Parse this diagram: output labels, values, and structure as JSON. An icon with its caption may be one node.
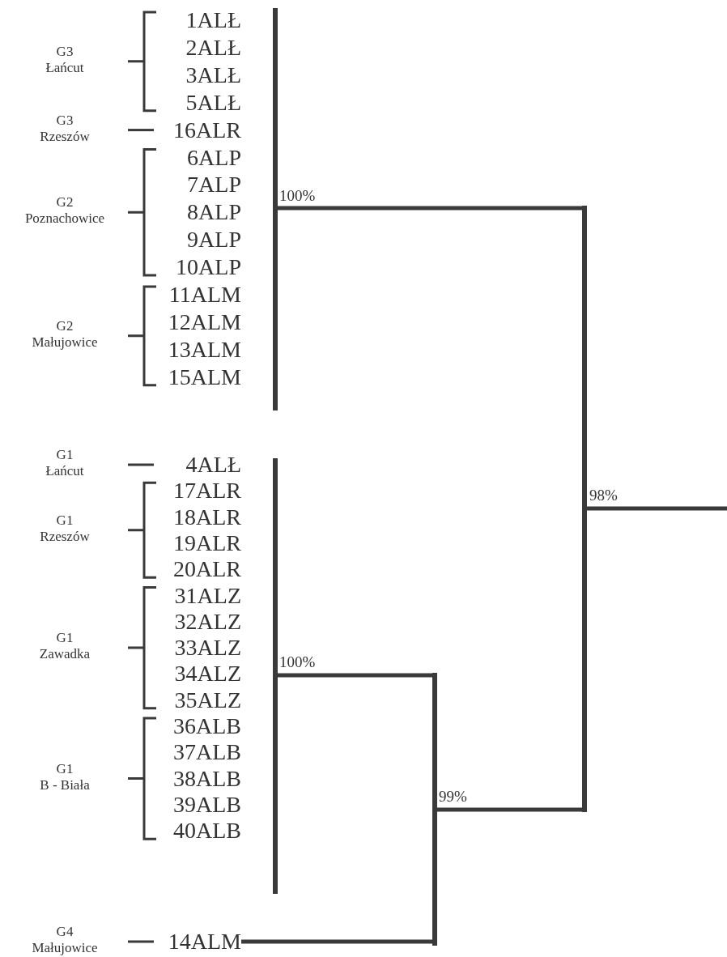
{
  "diagram": {
    "nodes": [
      {
        "text": [],
        "shape": "bar"
      },
      {
        "text": [],
        "shape": "bar"
      },
      {
        "text": [],
        "shape": "bar"
      },
      {
        "text": [],
        "shape": "bar"
      },
      {
        "text": [
          "14ALM"
        ]
      }
    ],
    "edges": [
      {
        "from": 0,
        "to": 1,
        "arrow": "none"
      },
      {
        "from": 2,
        "to": 3,
        "arrow": "none"
      },
      {
        "from": 4,
        "to": 3,
        "arrow": "none"
      },
      {
        "from": 3,
        "to": 1,
        "arrow": "none"
      },
      {
        "from": 1,
        "to": null,
        "arrow": "none"
      }
    ],
    "labels": [
      "G3 Łańcut",
      "1ALŁ",
      "2ALŁ",
      "3ALŁ",
      "5ALŁ",
      "G3 Rzeszów",
      "16ALR",
      "G2 Poznachowice",
      "6ALP",
      "7ALP",
      "8ALP",
      "9ALP",
      "10ALP",
      "100%",
      "G2 Małujowice",
      "11ALM",
      "12ALM",
      "13ALM",
      "15ALM",
      "G1 Łańcut",
      "4ALŁ",
      "G1 Rzeszów",
      "17ALR",
      "18ALR",
      "19ALR",
      "20ALR",
      "98%",
      "G1 Zawadka",
      "31ALZ",
      "32ALZ",
      "33ALZ",
      "34ALZ",
      "35ALZ",
      "100%",
      "G1 B - Biała",
      "36ALB",
      "37ALB",
      "38ALB",
      "39ALB",
      "40ALB",
      "99%",
      "G4 Małujowice"
    ]
  }
}
